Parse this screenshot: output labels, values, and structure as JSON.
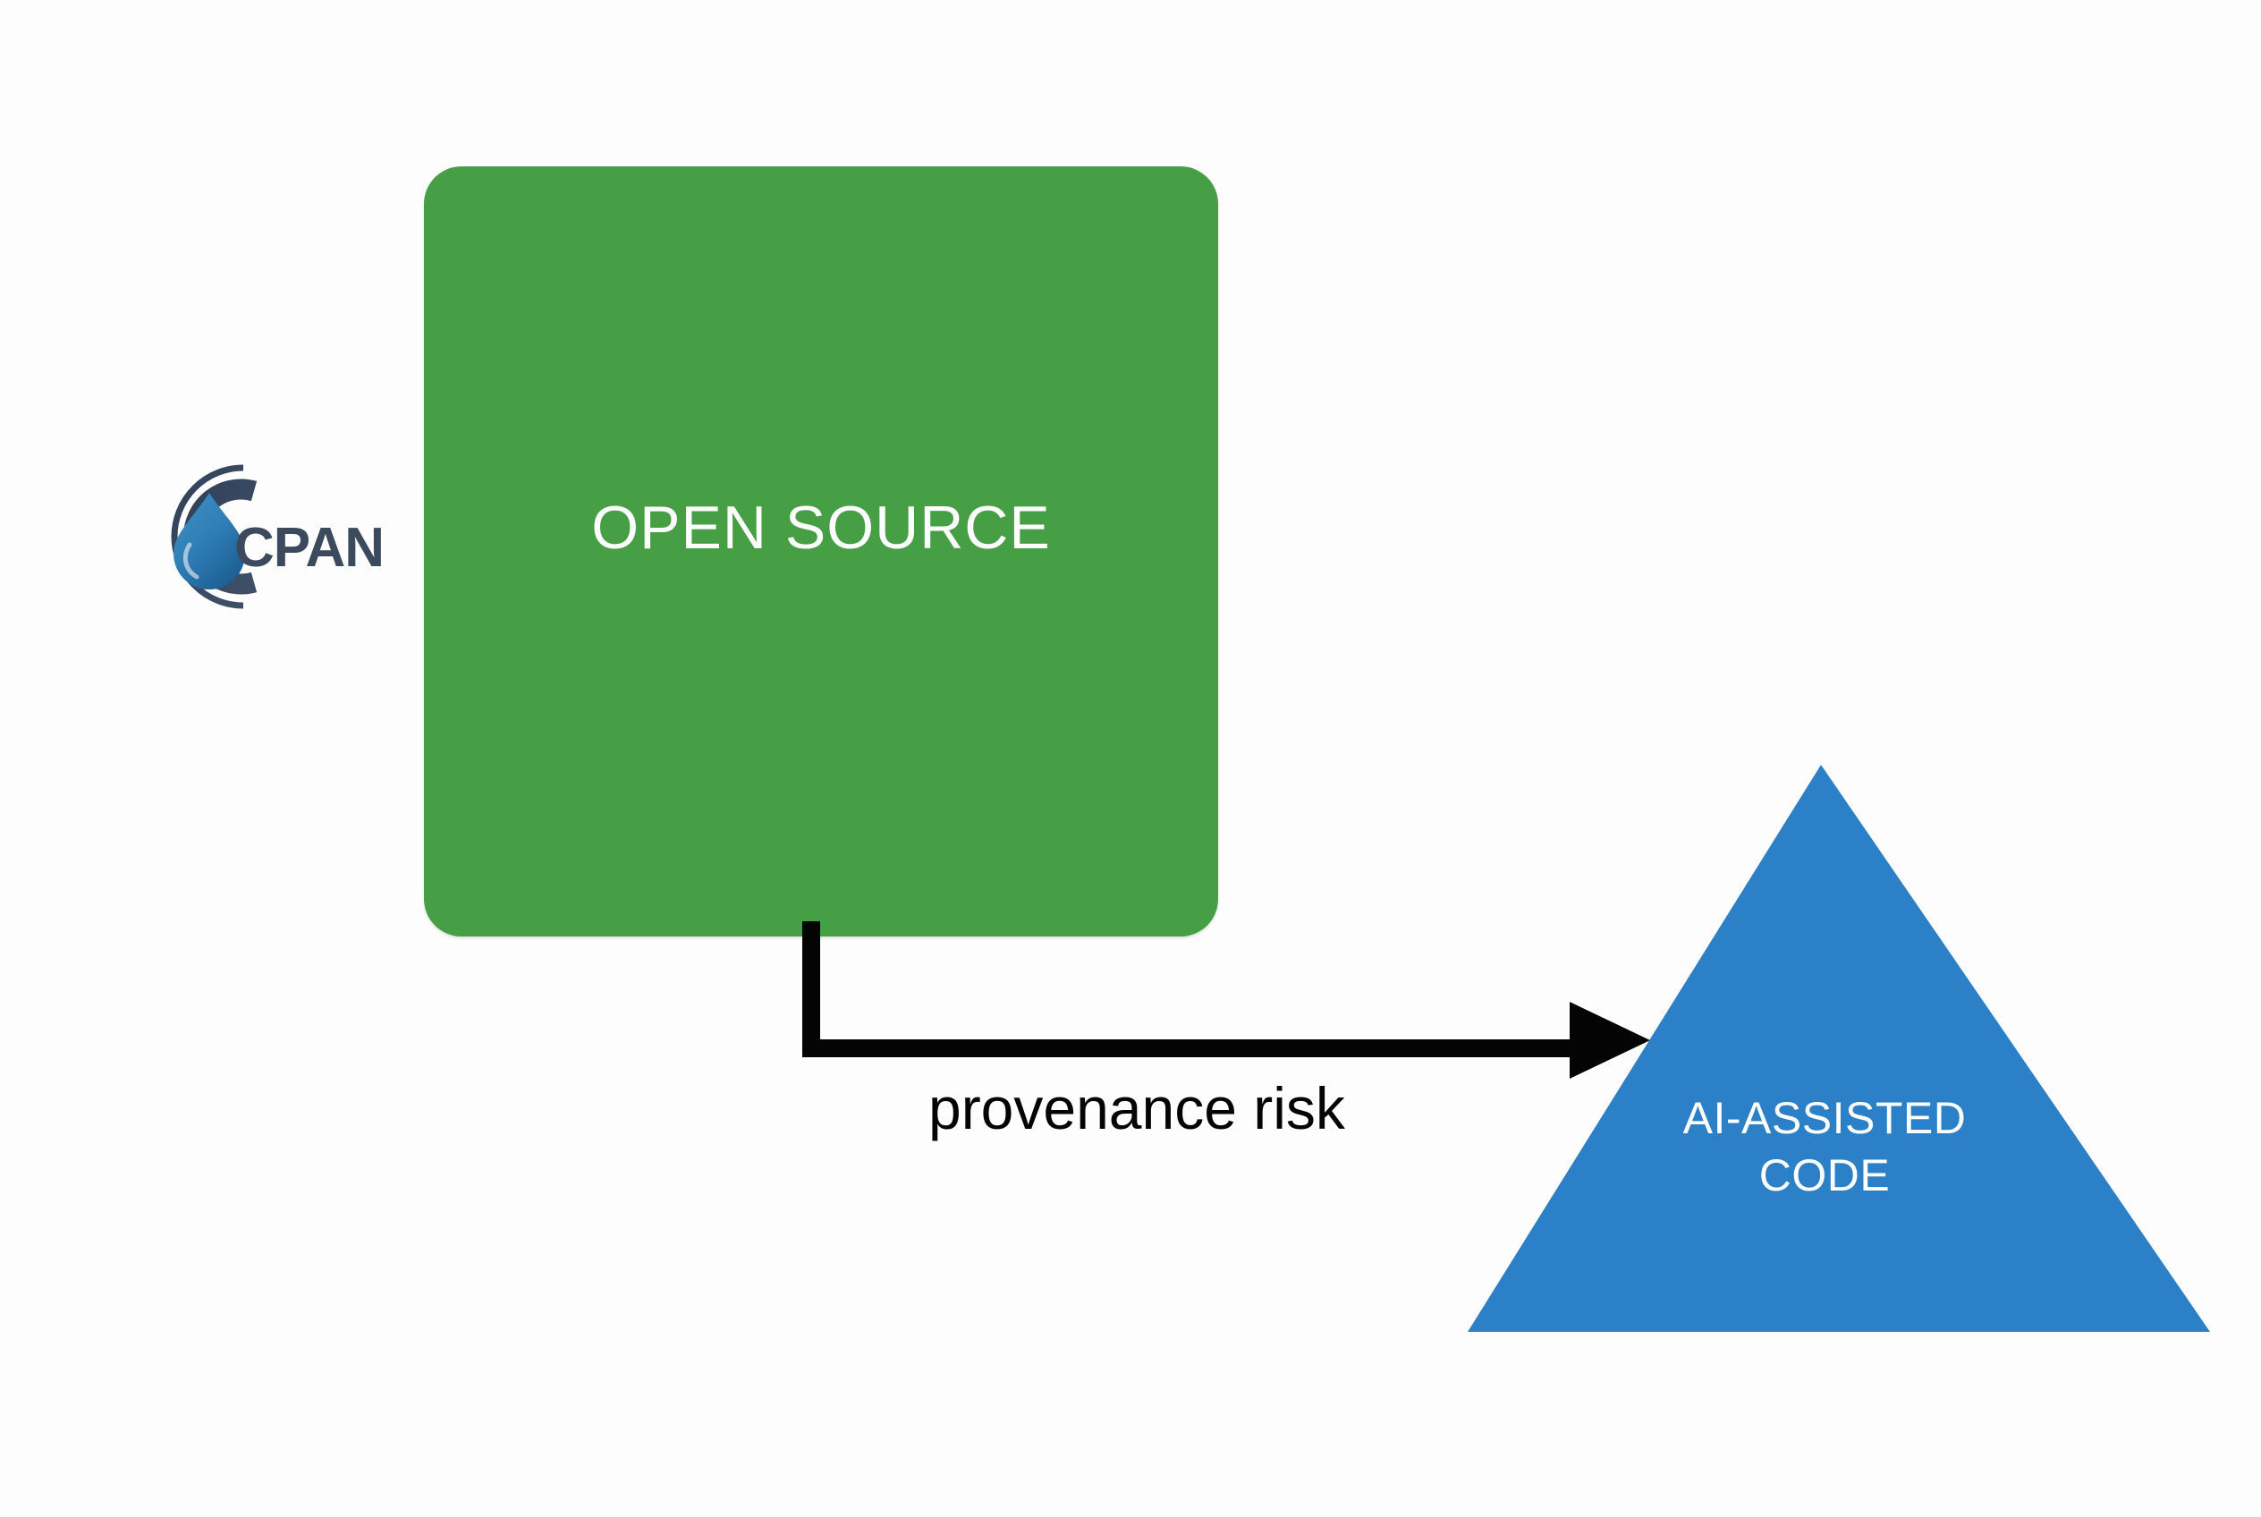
{
  "diagram": {
    "background_color": "#fdfdfd",
    "nodes": [
      {
        "id": "open-source",
        "label": "OPEN SOURCE",
        "shape": "rounded-square",
        "fill_color": "#479F45",
        "text_color": "#ffffff"
      },
      {
        "id": "ai-assisted-code",
        "label_line1": "AI-ASSISTED",
        "label_line2": "CODE",
        "shape": "triangle",
        "fill_color": "#2B80C7",
        "text_color": "#ffffff"
      }
    ],
    "edges": [
      {
        "id": "provenance-risk",
        "label": "provenance risk",
        "from": "open-source",
        "to": "ai-assisted-code",
        "color": "#040404",
        "style": "elbow-arrow"
      }
    ],
    "logo": {
      "name": "cpan-logo",
      "wordmark": "CPAN",
      "ring_color": "#3b4a5c",
      "droplet_color_light": "#3d90c6",
      "droplet_color_dark": "#1c5d93"
    }
  }
}
